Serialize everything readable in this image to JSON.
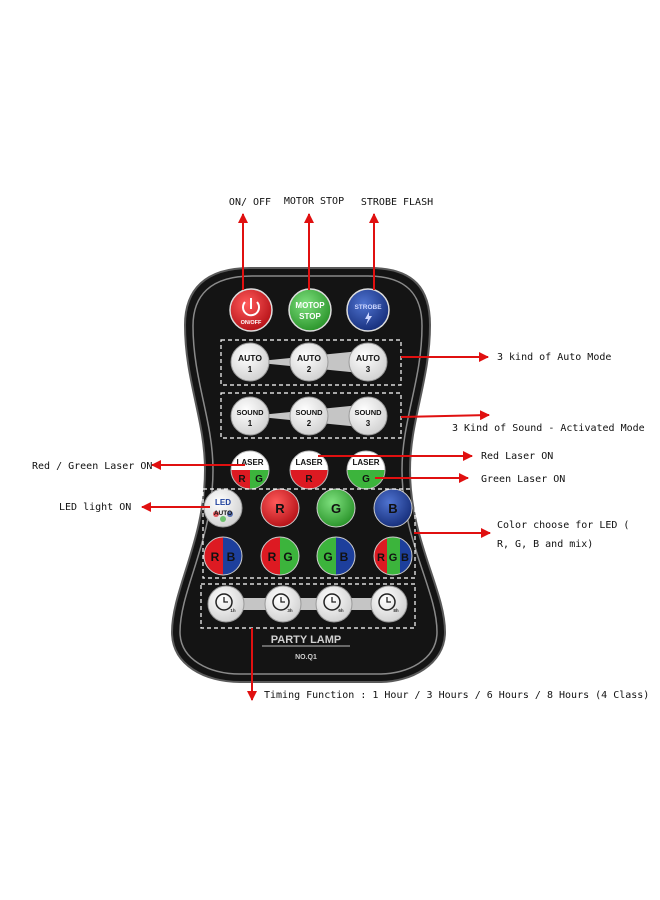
{
  "annotations": {
    "on_off": "ON/ OFF",
    "motor_stop": "MOTOR STOP",
    "strobe_flash": "STROBE FLASH",
    "auto_mode": "3 kind of Auto Mode",
    "sound_mode": "3 Kind of Sound - Activated Mode",
    "red_green_laser": "Red / Green Laser ON",
    "red_laser": "Red Laser ON",
    "green_laser": "Green Laser ON",
    "led_light": "LED light ON",
    "color_choose_1": "Color choose for LED (",
    "color_choose_2": "R, G, B and mix)",
    "timing": "Timing  Function : 1 Hour / 3 Hours / 6 Hours / 8 Hours  (4 Class)"
  },
  "remote": {
    "power_label": "ON/OFF",
    "motor_label_1": "MOTOP",
    "motor_label_2": "STOP",
    "strobe_label": "STROBE",
    "auto_buttons": [
      {
        "word": "AUTO",
        "num": "1"
      },
      {
        "word": "AUTO",
        "num": "2"
      },
      {
        "word": "AUTO",
        "num": "3"
      }
    ],
    "sound_buttons": [
      {
        "word": "SOUND",
        "num": "1"
      },
      {
        "word": "SOUND",
        "num": "2"
      },
      {
        "word": "SOUND",
        "num": "3"
      }
    ],
    "laser_word": "LASER",
    "laser_rg": {
      "r": "R",
      "g": "G"
    },
    "laser_r": "R",
    "laser_g": "G",
    "led_1": "LED",
    "led_2": "AUTO",
    "color_r": "R",
    "color_g": "G",
    "color_b": "B",
    "mix_rb": {
      "a": "R",
      "b": "B"
    },
    "mix_rg": {
      "a": "R",
      "b": "G"
    },
    "mix_gb": {
      "a": "G",
      "b": "B"
    },
    "mix_rgb": {
      "a": "R",
      "b": "G",
      "c": "B"
    },
    "timer_labels": [
      "1h",
      "3h",
      "6h",
      "8h"
    ],
    "brand": "PARTY LAMP",
    "model": "NO.Q1"
  },
  "colors": {
    "arrow": "#e01010",
    "body": "#141414",
    "red": "#dd1a22",
    "green": "#3cb43c",
    "blue": "#1d3f9c"
  }
}
